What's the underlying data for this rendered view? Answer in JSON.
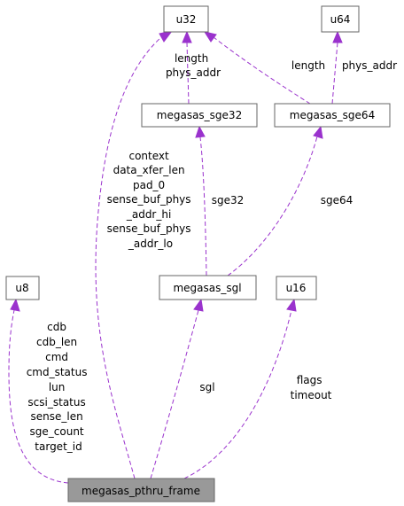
{
  "diagram": {
    "edge_color": "#9a32cd",
    "root_fill": "#999999",
    "nodes": {
      "u32": "u32",
      "u64": "u64",
      "megasas_sge32": "megasas_sge32",
      "megasas_sge64": "megasas_sge64",
      "u8": "u8",
      "megasas_sgl": "megasas_sgl",
      "u16": "u16",
      "megasas_pthru_frame": "megasas_pthru_frame"
    },
    "edge_labels": {
      "sge32_to_u32": [
        "length",
        "phys_addr"
      ],
      "sge64_to_u32": [
        "length"
      ],
      "sge64_to_u64": [
        "phys_addr"
      ],
      "frame_to_u32": [
        "context",
        "data_xfer_len",
        "pad_0",
        "sense_buf_phys",
        "_addr_hi",
        "sense_buf_phys",
        "_addr_lo"
      ],
      "sgl_to_sge32": [
        "sge32"
      ],
      "sgl_to_sge64": [
        "sge64"
      ],
      "frame_to_u8": [
        "cdb",
        "cdb_len",
        "cmd",
        "cmd_status",
        "lun",
        "scsi_status",
        "sense_len",
        "sge_count",
        "target_id"
      ],
      "frame_to_sgl": [
        "sgl"
      ],
      "frame_to_u16": [
        "flags",
        "timeout"
      ]
    }
  }
}
